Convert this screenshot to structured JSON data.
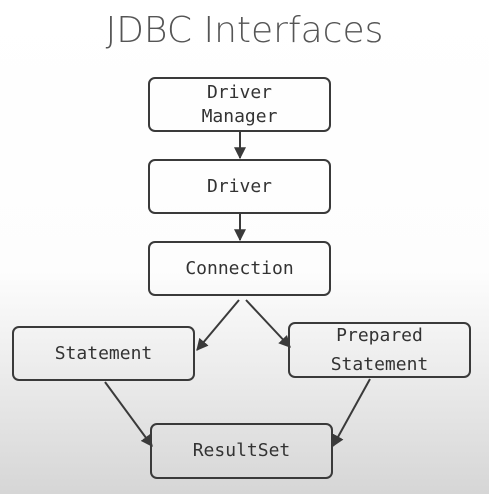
{
  "title": "JDBC Interfaces",
  "nodes": {
    "driver_manager": "Driver\nManager",
    "driver": "Driver",
    "connection": "Connection",
    "statement": "Statement",
    "prepared_statement": "Prepared\nStatement",
    "resultset": "ResultSet"
  },
  "colors": {
    "stroke": "#3a3a3a",
    "text": "#333333",
    "title": "#555555"
  }
}
